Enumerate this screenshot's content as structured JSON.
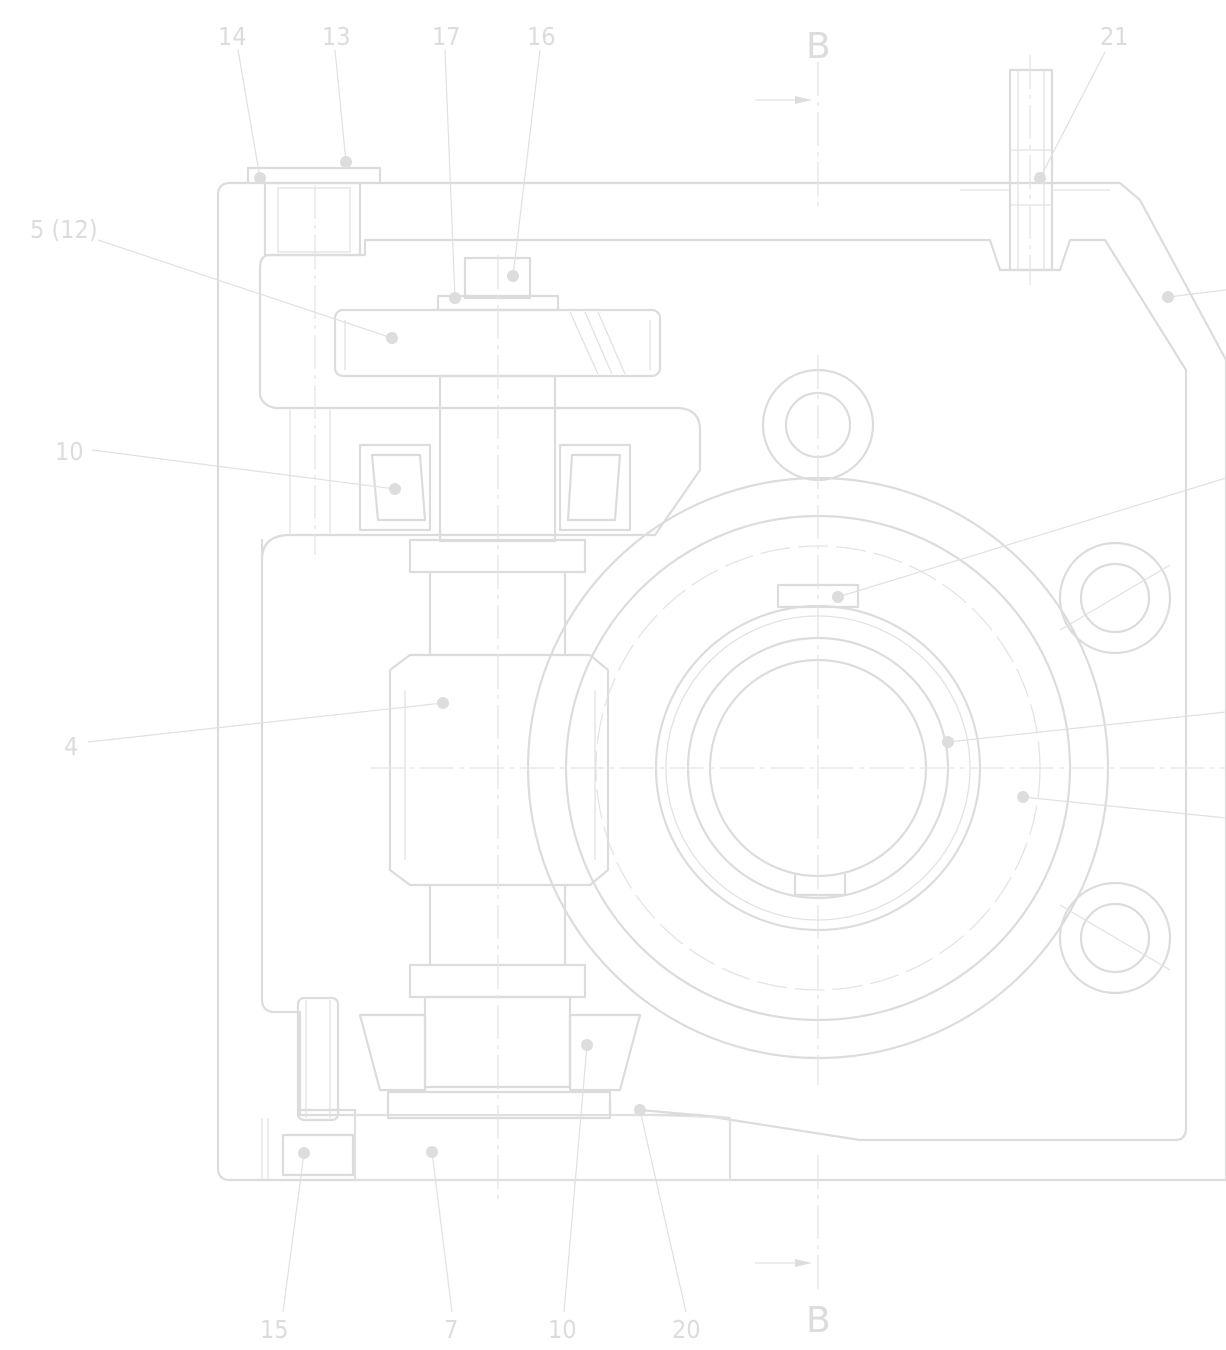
{
  "drawing": {
    "section_marks": {
      "top": "B",
      "bottom": "B"
    },
    "callouts": {
      "c14": "14",
      "c13": "13",
      "c17": "17",
      "c16": "16",
      "c21": "21",
      "c5_12": "5 (12)",
      "c10_upper": "10",
      "c4": "4",
      "c15": "15",
      "c7": "7",
      "c10_lower": "10",
      "c20": "20"
    }
  }
}
